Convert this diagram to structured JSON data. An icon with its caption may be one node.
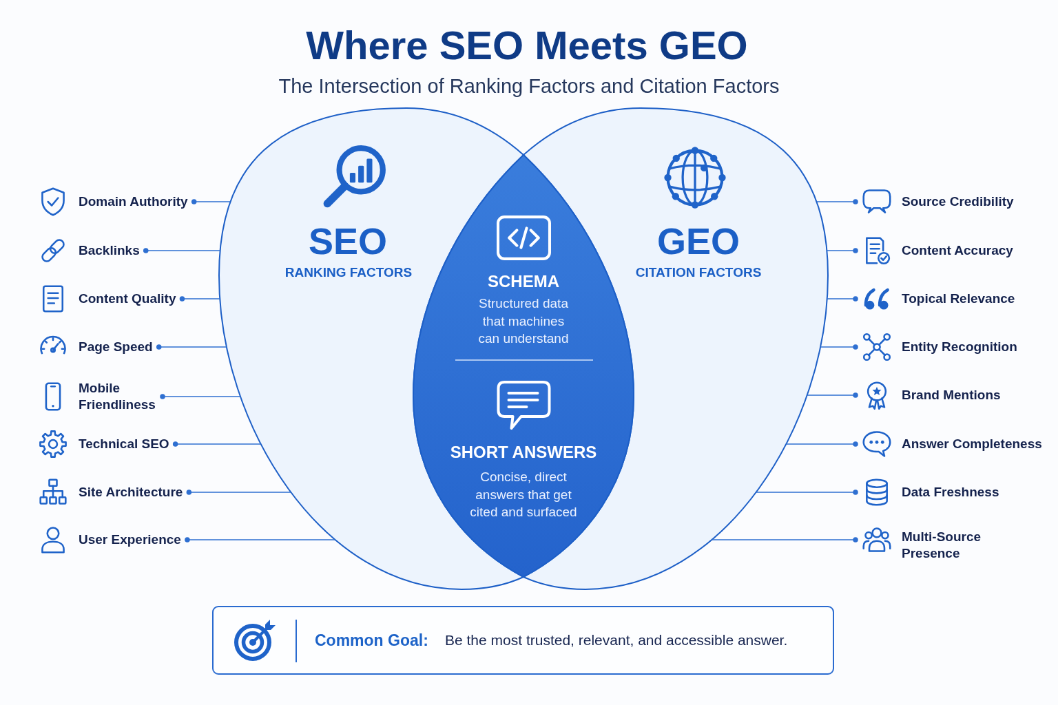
{
  "diagram": {
    "title": "Where SEO Meets GEO",
    "nodes": [
      {
        "text": [
          "SEO",
          "RANKING FACTORS"
        ]
      },
      {
        "text": [
          "GEO",
          "CITATION FACTORS"
        ]
      },
      {
        "text": [
          "SCHEMA",
          "Structured data that machines can understand",
          "SHORT ANSWERS",
          "Concise, direct answers that get cited and surfaced"
        ]
      },
      {
        "text": [
          "Domain Authority"
        ]
      },
      {
        "text": [
          "Backlinks"
        ]
      },
      {
        "text": [
          "Content Quality"
        ]
      },
      {
        "text": [
          "Page Speed"
        ]
      },
      {
        "text": [
          "Mobile Friendliness"
        ]
      },
      {
        "text": [
          "Technical SEO"
        ]
      },
      {
        "text": [
          "Site Architecture"
        ]
      },
      {
        "text": [
          "User Experience"
        ]
      },
      {
        "text": [
          "Source Credibility"
        ]
      },
      {
        "text": [
          "Content Accuracy"
        ]
      },
      {
        "text": [
          "Topical Relevance"
        ]
      },
      {
        "text": [
          "Entity Recognition"
        ]
      },
      {
        "text": [
          "Brand Mentions"
        ]
      },
      {
        "text": [
          "Answer Completeness"
        ]
      },
      {
        "text": [
          "Data Freshness"
        ]
      },
      {
        "text": [
          "Multi-Source Presence"
        ]
      },
      {
        "text": [
          "Common Goal:",
          "Be the most trusted, relevant, and accessible answer."
        ]
      }
    ],
    "edges": [
      {
        "from": 3,
        "to": 0,
        "arrow": "other"
      },
      {
        "from": 4,
        "to": 0,
        "arrow": "other"
      },
      {
        "from": 5,
        "to": 0,
        "arrow": "other"
      },
      {
        "from": 6,
        "to": 0,
        "arrow": "other"
      },
      {
        "from": 7,
        "to": 0,
        "arrow": "other"
      },
      {
        "from": 8,
        "to": 0,
        "arrow": "other"
      },
      {
        "from": 9,
        "to": 0,
        "arrow": "other"
      },
      {
        "from": 10,
        "to": 0,
        "arrow": "other"
      },
      {
        "from": 11,
        "to": 1,
        "arrow": "other"
      },
      {
        "from": 12,
        "to": 1,
        "arrow": "other"
      },
      {
        "from": 13,
        "to": 1,
        "arrow": "other"
      },
      {
        "from": 14,
        "to": 1,
        "arrow": "other"
      },
      {
        "from": 15,
        "to": 1,
        "arrow": "other"
      },
      {
        "from": 16,
        "to": 1,
        "arrow": "other"
      },
      {
        "from": 17,
        "to": 1,
        "arrow": "other"
      },
      {
        "from": 18,
        "to": 1,
        "arrow": "other"
      }
    ],
    "labels": [
      "The Intersection of Ranking Factors and Citation Factors"
    ]
  }
}
